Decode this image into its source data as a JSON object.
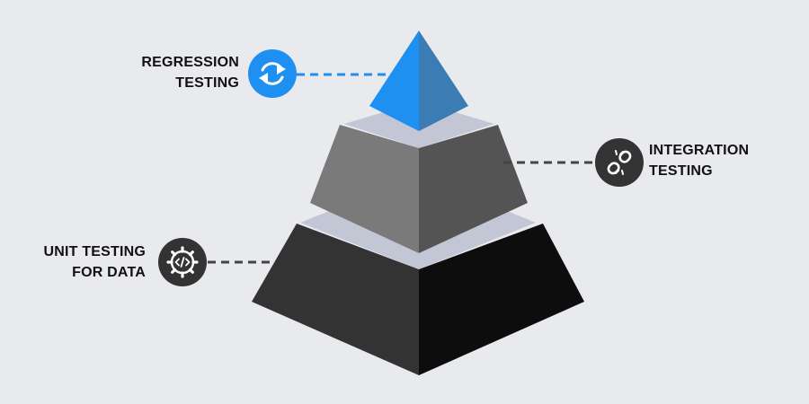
{
  "tiers": [
    {
      "id": "top",
      "line1": "REGRESSION",
      "line2": "TESTING",
      "icon": "refresh-icon",
      "colors": {
        "left": "#1e90f2",
        "right": "#3a7cb3",
        "icon_bg": "#1e90f2"
      }
    },
    {
      "id": "middle",
      "line1": "INTEGRATION",
      "line2": "TESTING",
      "icon": "broken-link-icon",
      "colors": {
        "left": "#7a7a7a",
        "right": "#545454",
        "icon_bg": "#333333"
      }
    },
    {
      "id": "bottom",
      "line1": "UNIT TESTING",
      "line2": "FOR DATA",
      "icon": "code-gear-icon",
      "colors": {
        "left": "#333333",
        "right": "#0d0d0d",
        "icon_bg": "#333333"
      }
    }
  ],
  "colors": {
    "background": "#e9eaee",
    "separator": "#c3c6d4",
    "connector": "#444444",
    "connector_top": "#1e90f2"
  }
}
